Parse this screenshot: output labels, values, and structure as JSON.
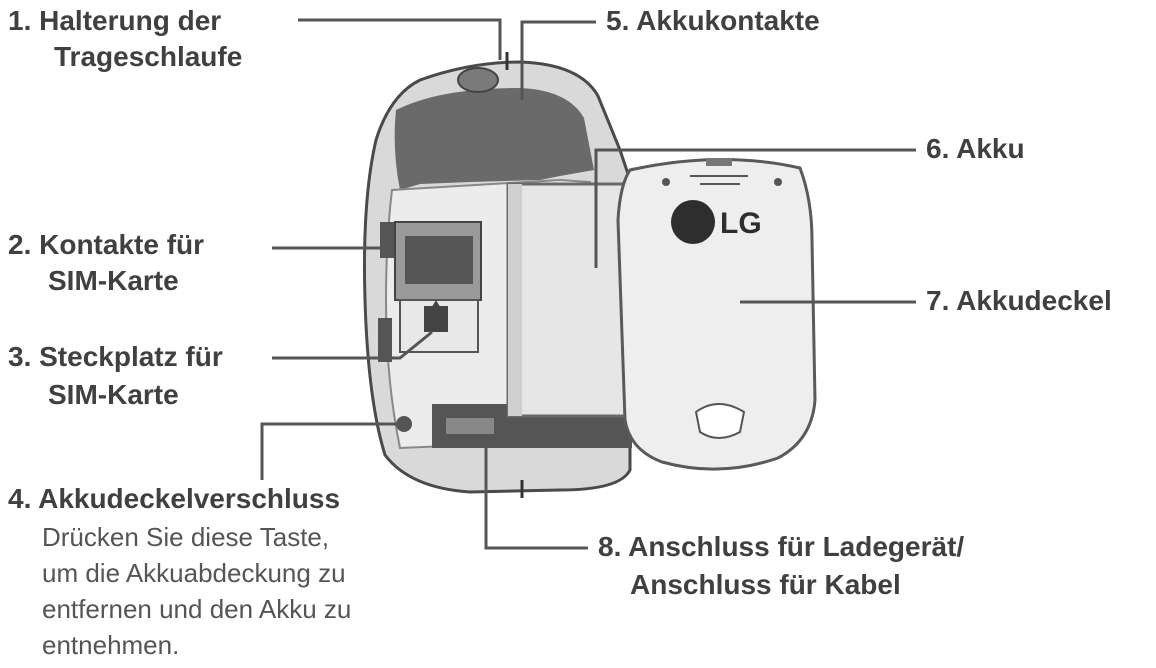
{
  "diagram": {
    "labels": {
      "l1": {
        "line1": "1. Halterung der",
        "line2": "Trageschlaufe"
      },
      "l2": {
        "line1": "2. Kontakte für",
        "line2": "SIM-Karte"
      },
      "l3": {
        "line1": "3. Steckplatz für",
        "line2": "SIM-Karte"
      },
      "l4": {
        "title": "4. Akkudeckelverschluss",
        "desc1": "Drücken Sie diese Taste,",
        "desc2": "um die Akkuabdeckung zu",
        "desc3": "entfernen und den Akku zu",
        "desc4": "entnehmen."
      },
      "l5": "5. Akkukontakte",
      "l6": "6. Akku",
      "l7": "7. Akkudeckel",
      "l8": {
        "line1": "8. Anschluss für Ladegerät/",
        "line2": "Anschluss für Kabel"
      }
    },
    "cover_logo": "LG",
    "colors": {
      "text": "#404040",
      "leader": "#555555",
      "phone_dark": "#6a6a6a",
      "phone_light": "#ededed"
    }
  }
}
